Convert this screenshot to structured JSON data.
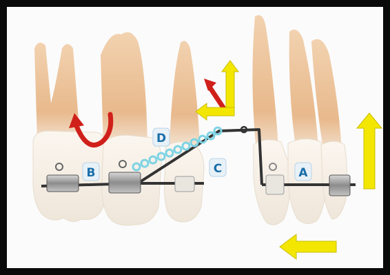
{
  "diagram": {
    "labels": {
      "a": "A",
      "b": "B",
      "c": "C",
      "d": "D"
    },
    "colors": {
      "frame": "#0a0a0a",
      "background": "#fbfbfb",
      "label_badge": "#e8f1f8",
      "label_text": "#1a6ea8",
      "force_arrow_yellow": "#f3e600",
      "rotation_arrow_red": "#d0201a",
      "chain": "#7fd3e4",
      "archwire": "#333333",
      "tooth_crown": "#f6efe6",
      "tooth_root": "#ecc39a"
    },
    "icons": [
      "rotation-arrow-icon",
      "force-arrow-icon",
      "bracket-icon",
      "elastic-chain-icon"
    ]
  }
}
